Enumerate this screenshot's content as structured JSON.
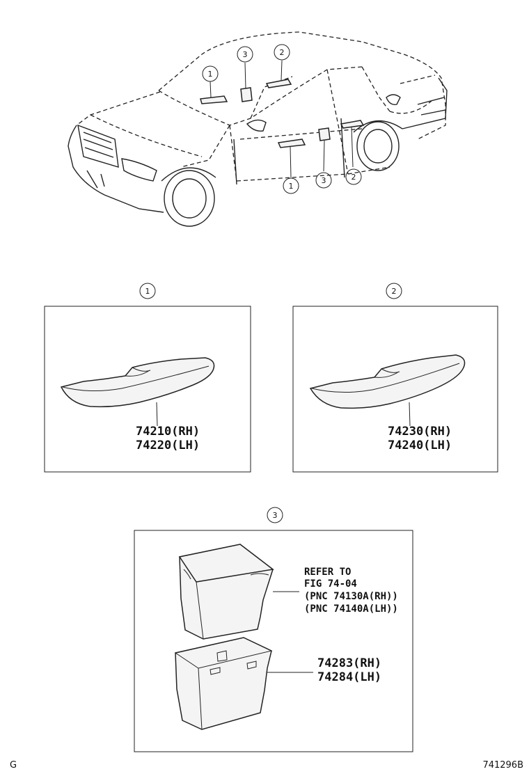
{
  "callouts": {
    "c1": "1",
    "c2": "2",
    "c3": "3"
  },
  "panel1": {
    "part_rh": "74210(RH)",
    "part_lh": "74220(LH)"
  },
  "panel2": {
    "part_rh": "74230(RH)",
    "part_lh": "74240(LH)"
  },
  "panel3": {
    "note_line1": "REFER TO",
    "note_line2": "FIG 74-04",
    "note_line3": "(PNC 74130A(RH))",
    "note_line4": "(PNC 74140A(LH))",
    "part_rh": "74283(RH)",
    "part_lh": "74284(LH)"
  },
  "footer": {
    "left_code": "G",
    "figure_id": "741296B"
  }
}
